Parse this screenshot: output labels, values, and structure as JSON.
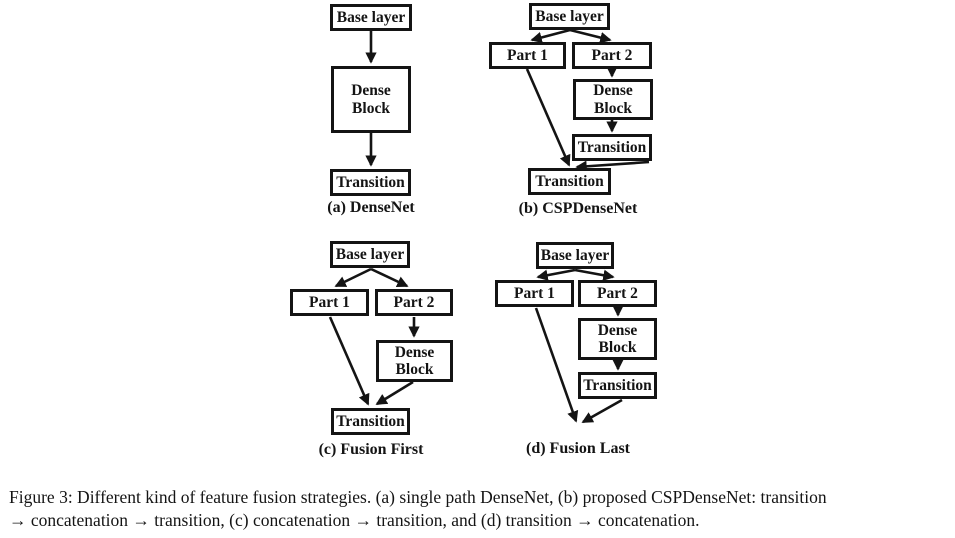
{
  "figure_caption": {
    "line1": "Figure 3: Different kind of feature fusion strategies. (a) single path DenseNet, (b) proposed CSPDenseNet: transition",
    "line2": "→ concatenation → transition, (c) concatenation → transition, and (d) transition → concatenation."
  },
  "diagrams": {
    "a": {
      "title": "(a) DenseNet",
      "nodes": {
        "base": "Base layer",
        "dense": "Dense Block",
        "transition": "Transition"
      }
    },
    "b": {
      "title": "(b) CSPDenseNet",
      "nodes": {
        "base": "Base layer",
        "part1": "Part 1",
        "part2": "Part 2",
        "dense": "Dense Block",
        "transition_upper": "Transition",
        "transition_lower": "Transition"
      }
    },
    "c": {
      "title": "(c) Fusion First",
      "nodes": {
        "base": "Base layer",
        "part1": "Part 1",
        "part2": "Part 2",
        "dense": "Dense Block",
        "transition": "Transition"
      }
    },
    "d": {
      "title": "(d) Fusion Last",
      "nodes": {
        "base": "Base layer",
        "part1": "Part 1",
        "part2": "Part 2",
        "dense": "Dense Block",
        "transition": "Transition"
      }
    }
  },
  "colors": {
    "ink": "#141414",
    "background": "#ffffff"
  }
}
